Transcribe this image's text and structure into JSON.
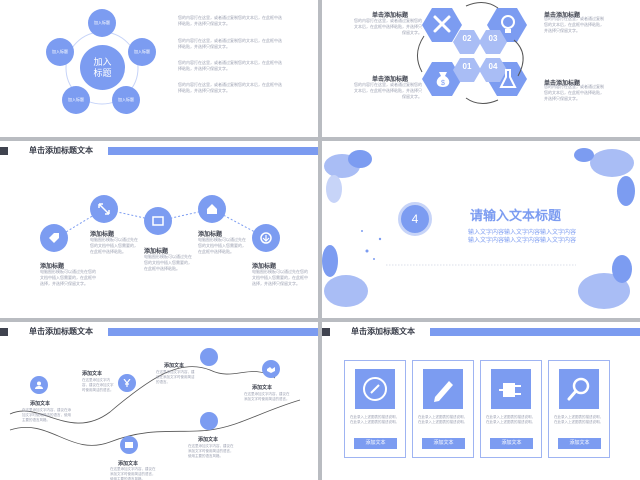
{
  "slide1": {
    "center_label": "加入\n标题",
    "satellites": [
      "加入标题",
      "加入标题",
      "加入标题",
      "加入标题",
      "加入标题"
    ],
    "paragraphs": [
      "您的内容打在这里，或者通过复制您的文本后，在此框中选择粘贴，并选择只保留文字。",
      "您的内容打在这里，或者通过复制您的文本后，在此框中选择粘贴，并选择只保留文字。",
      "您的内容打在这里，或者通过复制您的文本后，在此框中选择粘贴，并选择只保留文字。",
      "您的内容打在这里，或者通过复制您的文本后，在此框中选择粘贴，并选择只保留文字。"
    ]
  },
  "slide2": {
    "labels": [
      "单击添加标题",
      "单击添加标题",
      "单击添加标题",
      "单击添加标题"
    ],
    "body": "您的内容打在这里，或者通过复制您的文本后，在此框中选择粘贴，并选择只保留文字。",
    "numbers": [
      "02",
      "03",
      "01",
      "04"
    ],
    "icons": [
      "tools-icon",
      "lightbulb-icon",
      "money-bag-icon",
      "flask-icon"
    ]
  },
  "slide3": {
    "title": "单击添加标题文本",
    "items": [
      {
        "title": "添加标题",
        "text": "电脑图形模板可以通过先在您的文档中插入您需要的，在此框中选择，并选择只保留文字。"
      },
      {
        "title": "添加标题",
        "text": "电脑图形模板可以通过先在您的文档中插入您需要的，在此框中选择粘贴。"
      },
      {
        "title": "添加标题",
        "text": "电脑图形模板可以通过先在您的文档中插入您需要的，在此框中选择粘贴。"
      },
      {
        "title": "添加标题",
        "text": "电脑图形模板可以通过先在您的文档中插入您需要的，在此框中选择粘贴。"
      },
      {
        "title": "添加标题",
        "text": "电脑图形模板可以通过先在您的文档中插入您需要的，在此框中选择，并选择只保留文字。"
      }
    ]
  },
  "slide4": {
    "number": "4",
    "title": "请输入文本标题",
    "lines": [
      "输入文字内容输入文字内容输入文字内容",
      "输入文字内容输入文字内容输入文字内容"
    ]
  },
  "slide5": {
    "title": "单击添加标题文本",
    "items": [
      {
        "title": "添加文本",
        "text": "在这里添加文字内容，建议在添加文字时使用简洁的语言，使用主要的语言风格。"
      },
      {
        "title": "添加文本",
        "text": "在这里添加文字内容，建议在添加文字时使用简洁的语言。"
      },
      {
        "title": "添加文本",
        "text": "在这里添加文字内容，建议在添加文字时使用简洁的语言。"
      },
      {
        "title": "添加文本",
        "text": "在这里添加文字内容，建议在添加文字时使用简洁的语言。"
      },
      {
        "title": "添加文本",
        "text": "在这里添加文字内容，建议在添加文字时使用简洁的语言，使用主要的语言风格。"
      },
      {
        "title": "添加文本",
        "text": "在这里添加文字内容，建议在添加文字时使用简洁的语言，使用主要的语言风格。"
      }
    ]
  },
  "slide6": {
    "title": "单击添加标题文本",
    "card_text": "在此录入上述图表的描述说明，在此录入上述图表的描述说明。",
    "button": "添加文本",
    "icons": [
      "compass-icon",
      "pencil-icon",
      "plug-icon",
      "magnifier-icon"
    ]
  },
  "colors": {
    "accent": "#7c9cf1",
    "dark": "#3f434f"
  }
}
